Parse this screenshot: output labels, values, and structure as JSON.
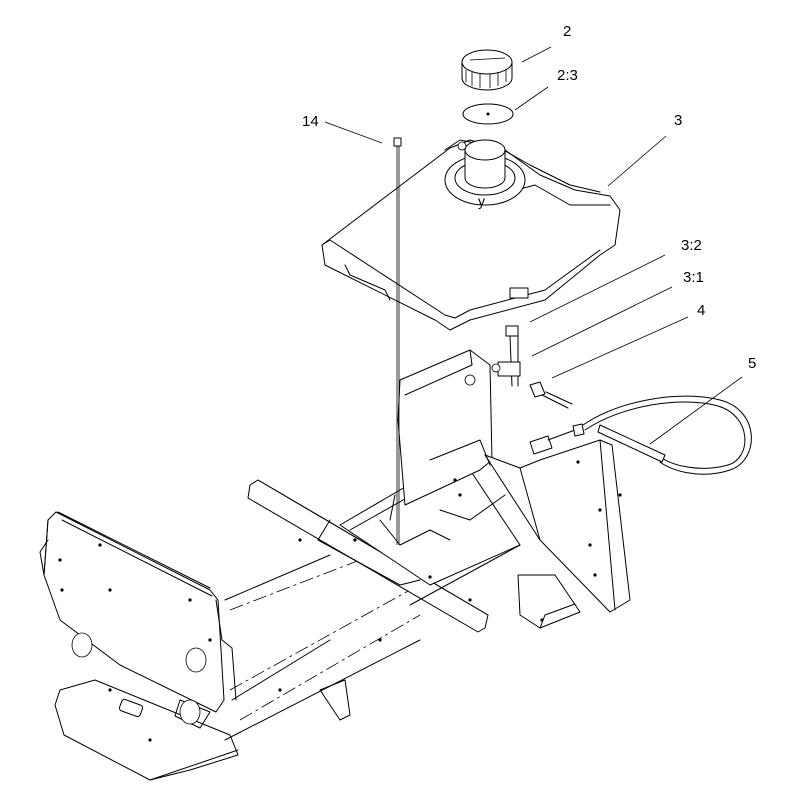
{
  "callouts": {
    "c2": "2",
    "c2_3": "2:3",
    "c3": "3",
    "c14": "14",
    "c3_2": "3:2",
    "c3_1": "3:1",
    "c4": "4",
    "c5": "5"
  },
  "tank_mark": "y"
}
